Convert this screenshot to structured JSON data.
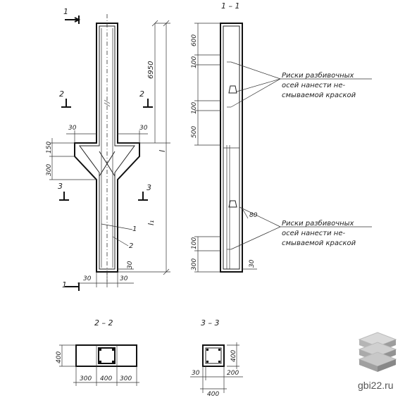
{
  "section_titles": {
    "s11": "1 – 1",
    "s22": "2 – 2",
    "s33": "3 – 3"
  },
  "cut_marks": {
    "c1": "1",
    "c2": "2",
    "c3": "3"
  },
  "dims_main": {
    "d30_left": "30",
    "d30_right": "30",
    "d150": "150",
    "d300": "300",
    "d6950": "6950",
    "l": "l",
    "l1": "l₁",
    "b30_left": "30",
    "b30_right": "30",
    "b30_vert": "30"
  },
  "callouts": {
    "one": "1",
    "two": "2"
  },
  "dims_11": {
    "d600": "600",
    "d100_a": "100",
    "d100_b": "100",
    "d500": "500",
    "d80": "80",
    "d100_c": "100",
    "d300": "300",
    "d30": "30"
  },
  "note_top": {
    "line1": "Риски разбивочных",
    "line2": "осей нанести не-",
    "line3": "смываемой краской"
  },
  "note_bottom": {
    "line1": "Риски разбивочных",
    "line2": "осей нанести не-",
    "line3": "смываемой краской"
  },
  "dims_22": {
    "d400_v": "400",
    "d300_l": "300",
    "d400_m": "400",
    "d300_r": "300"
  },
  "dims_33": {
    "d400_v": "400",
    "d30": "30",
    "d200": "200",
    "d400_b": "400"
  },
  "watermark": "gbi22.ru"
}
